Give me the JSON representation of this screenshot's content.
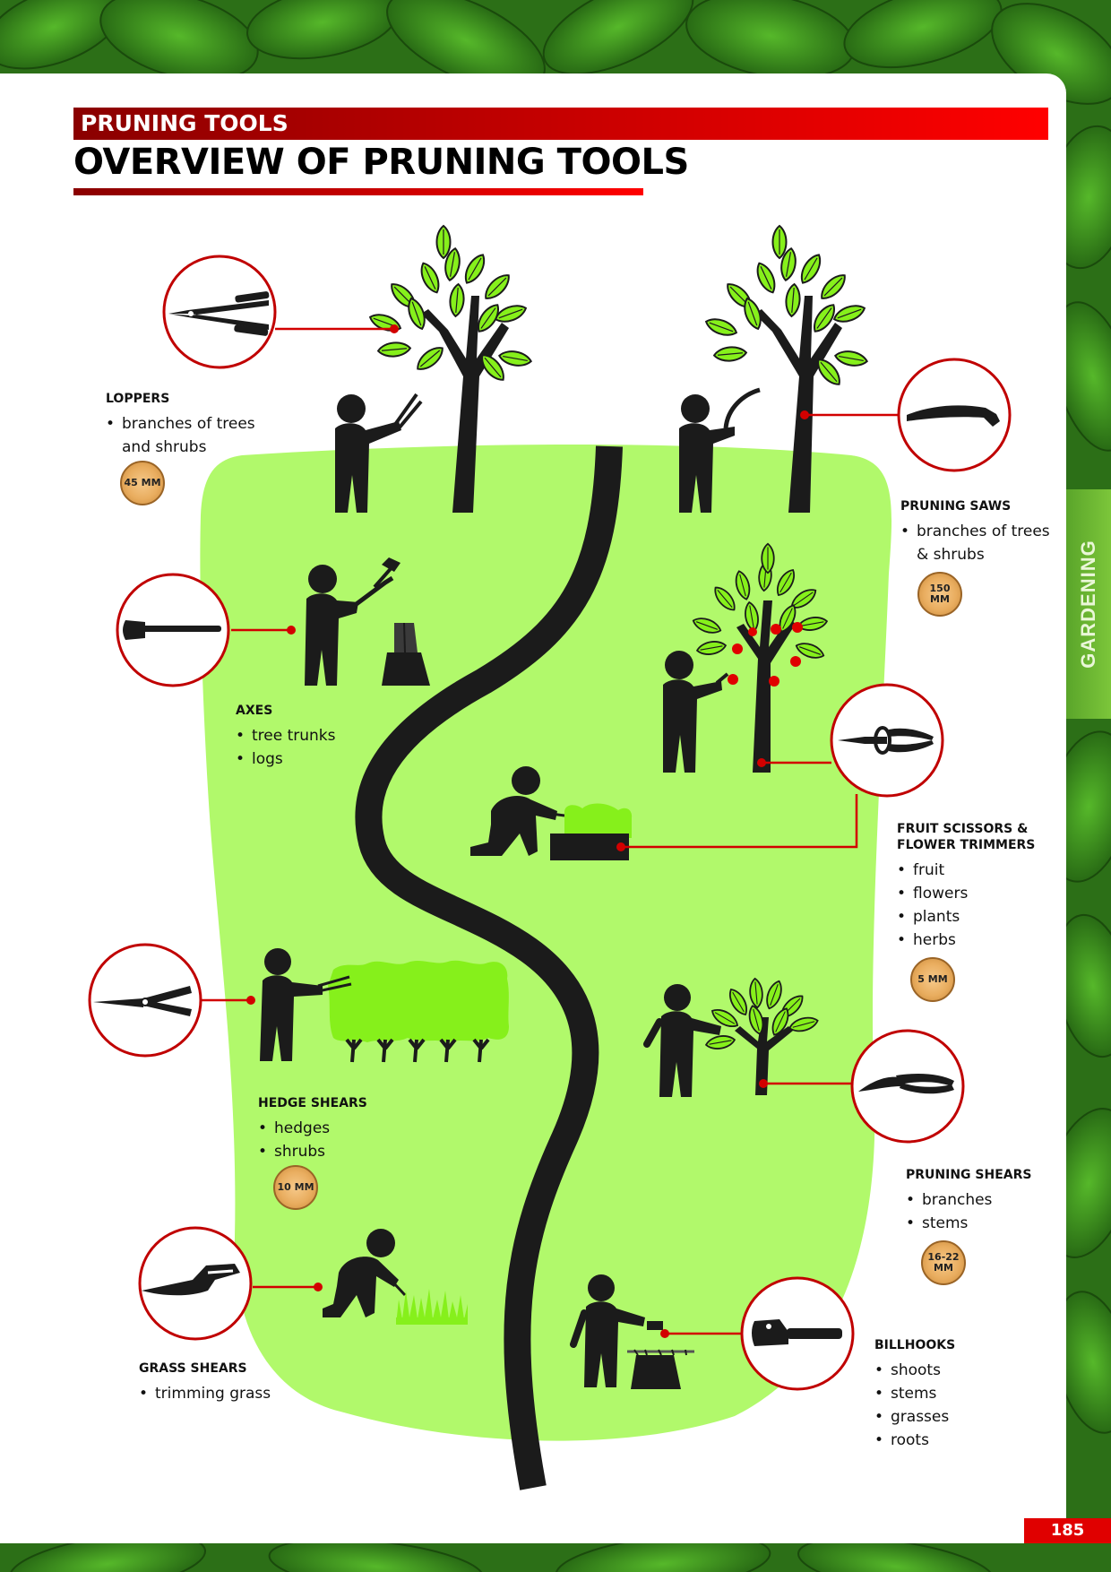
{
  "header": {
    "category": "PRUNING TOOLS",
    "title": "OVERVIEW OF PRUNING TOOLS"
  },
  "side_tab": "GARDENING",
  "page_number": "185",
  "colors": {
    "accent_red": "#e00000",
    "lawn_green": "#b1f96b",
    "leaf_green": "#86f01b",
    "side_tab_green": "#6ab832"
  },
  "tools": [
    {
      "name": "LOPPERS",
      "uses": [
        "branches of trees and shrubs"
      ],
      "capacity": "45 MM",
      "icon": "loppers-icon"
    },
    {
      "name": "PRUNING SAWS",
      "uses": [
        "branches of trees & shrubs"
      ],
      "capacity": "150 MM",
      "icon": "pruning-saw-icon"
    },
    {
      "name": "AXES",
      "uses": [
        "tree trunks",
        "logs"
      ],
      "icon": "axe-icon"
    },
    {
      "name": "FRUIT SCISSORS & FLOWER TRIMMERS",
      "uses": [
        "fruit",
        "flowers",
        "plants",
        "herbs"
      ],
      "capacity": "5 MM",
      "icon": "fruit-scissors-icon"
    },
    {
      "name": "HEDGE SHEARS",
      "uses": [
        "hedges",
        "shrubs"
      ],
      "capacity": "10 MM",
      "icon": "hedge-shears-icon"
    },
    {
      "name": "PRUNING SHEARS",
      "uses": [
        "branches",
        "stems"
      ],
      "capacity": "16-22 MM",
      "icon": "pruning-shears-icon"
    },
    {
      "name": "GRASS SHEARS",
      "uses": [
        "trimming grass"
      ],
      "icon": "grass-shears-icon"
    },
    {
      "name": "BILLHOOKS",
      "uses": [
        "shoots",
        "stems",
        "grasses",
        "roots"
      ],
      "icon": "billhook-icon"
    }
  ]
}
